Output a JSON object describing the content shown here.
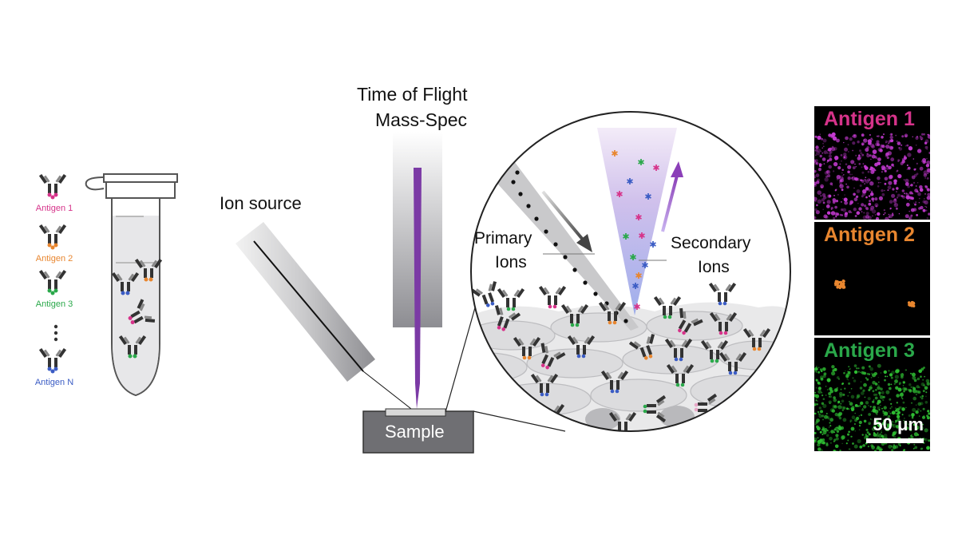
{
  "legend": {
    "items": [
      {
        "label": "Antigen 1",
        "color": "#d6338a"
      },
      {
        "label": "Antigen 2",
        "color": "#e8862f"
      },
      {
        "label": "Antigen 3",
        "color": "#2aa84a"
      },
      {
        "label": "Antigen N",
        "color": "#3b5cc4"
      }
    ]
  },
  "labels": {
    "ion_source": "Ion source",
    "tof_line1": "Time of Flight",
    "tof_line2": "Mass-Spec",
    "primary_line1": "Primary",
    "primary_line2": "Ions",
    "secondary_line1": "Secondary",
    "secondary_line2": "Ions",
    "sample": "Sample"
  },
  "panels": [
    {
      "title": "Antigen 1",
      "title_color": "#d6338a",
      "signal_color": "#c43ad1"
    },
    {
      "title": "Antigen 2",
      "title_color": "#e8862f",
      "signal_color": "#e8862f"
    },
    {
      "title": "Antigen 3",
      "title_color": "#2aa84a",
      "signal_color": "#2fbf33"
    }
  ],
  "scalebar": {
    "label": "50 μm"
  }
}
